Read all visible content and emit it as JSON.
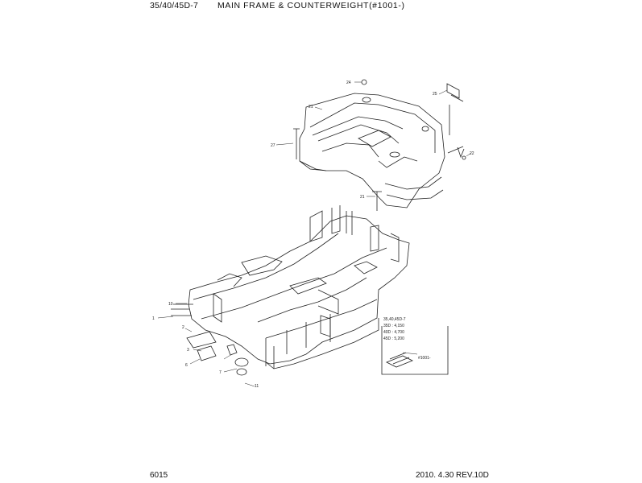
{
  "header": {
    "model": "35/40/45D-7",
    "title": "MAIN FRAME & COUNTERWEIGHT(#1001-)"
  },
  "footer": {
    "page_number": "6015",
    "revision": "2010. 4.30  REV.10D"
  },
  "callouts": {
    "c24": "24",
    "c25": "25",
    "c21": "21",
    "c27": "27",
    "c22": "22",
    "c21b": "21",
    "c1": "1",
    "c10": "10",
    "c2": "2",
    "c3": "3",
    "c6": "6",
    "c7": "7",
    "c11": "11"
  },
  "inset_notes": {
    "line1": "35,40,45D-7",
    "line2": "35D : 4,150",
    "line3": "40D : 4,700",
    "line4": "45D : 5,200",
    "tag": "#1001-"
  }
}
